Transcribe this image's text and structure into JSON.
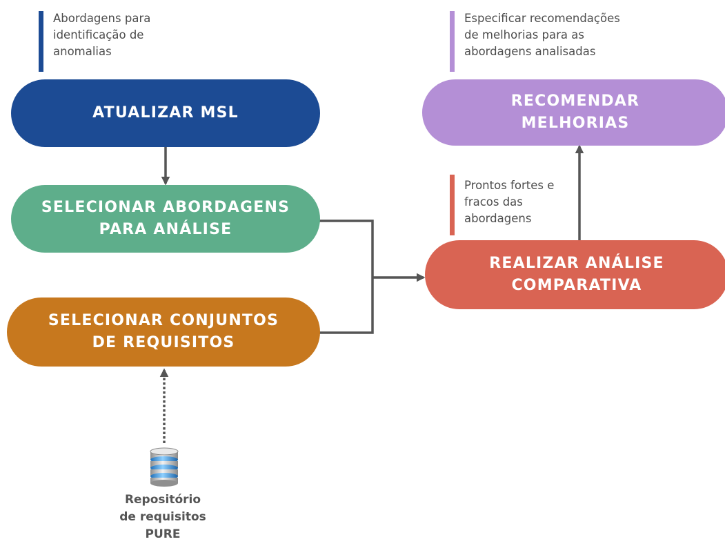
{
  "colors": {
    "navy": "#1c4b94",
    "teal": "#5eae8b",
    "orange": "#c7781e",
    "coral": "#d96453",
    "lavender": "#b48fd6",
    "arrow": "#555555",
    "note_text": "#4d4d4d"
  },
  "notes": {
    "top_left": "Abordagens para\nidentificação de\nanomalias",
    "top_right": "Especificar recomendações\nde melhorias para as\nabordagens analisadas",
    "middle_right": "Prontos fortes e\nfracos das\nabordagens"
  },
  "nodes": {
    "atualizar_msl": "ATUALIZAR MSL",
    "selecionar_abordagens": "SELECIONAR ABORDAGENS\nPARA ANÁLISE",
    "selecionar_conjuntos": "SELECIONAR CONJUNTOS\nDE REQUISITOS",
    "realizar_analise": "REALIZAR ANÁLISE\nCOMPARATIVA",
    "recomendar_melhorias": "RECOMENDAR\nMELHORIAS"
  },
  "repository": {
    "label": "Repositório\nde requisitos\nPURE",
    "icon": "database-icon"
  },
  "edges": [
    {
      "from": "atualizar_msl",
      "to": "selecionar_abordagens",
      "style": "solid"
    },
    {
      "from": "selecionar_abordagens",
      "to": "realizar_analise",
      "style": "solid"
    },
    {
      "from": "selecionar_conjuntos",
      "to": "realizar_analise",
      "style": "solid"
    },
    {
      "from": "realizar_analise",
      "to": "recomendar_melhorias",
      "style": "solid"
    },
    {
      "from": "repository",
      "to": "selecionar_conjuntos",
      "style": "dotted"
    }
  ]
}
